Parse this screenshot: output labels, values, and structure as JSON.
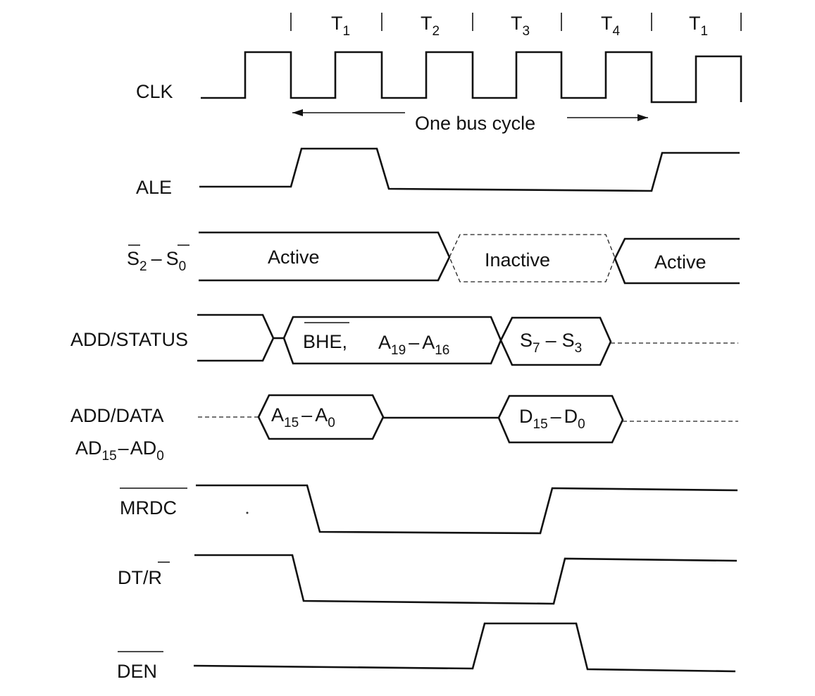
{
  "periods": [
    {
      "main": "T",
      "sub": "1"
    },
    {
      "main": "T",
      "sub": "2"
    },
    {
      "main": "T",
      "sub": "3"
    },
    {
      "main": "T",
      "sub": "4"
    },
    {
      "main": "T",
      "sub": "1"
    }
  ],
  "bus_cycle_label": "One bus cycle",
  "signals": {
    "clk": "CLK",
    "ale": "ALE",
    "status": {
      "s2": "S",
      "s2_sub": "2",
      "dash": "–",
      "s0": "S",
      "s0_sub": "0"
    },
    "add_status": "ADD/STATUS",
    "add_data": "ADD/DATA",
    "ad": {
      "a1": "AD",
      "a1_sub": "15",
      "dash": "–",
      "a2": "AD",
      "a2_sub": "0"
    },
    "mrdc": "MRDC",
    "dtr": {
      "prefix": "DT/",
      "bar": "R"
    },
    "den": "DEN"
  },
  "status_states": [
    "Active",
    "Inactive",
    "Active"
  ],
  "add_status_fields": {
    "bhe": "BHE",
    "comma": ",",
    "a19": "A",
    "a19_sub": "19",
    "dash1": "–",
    "a16": "A",
    "a16_sub": "16",
    "s7": "S",
    "s7_sub": "7",
    "dash2": "–",
    "s3": "S",
    "s3_sub": "3"
  },
  "add_data_fields": {
    "a15": "A",
    "a15_sub": "15",
    "dash1": "–",
    "a0": "A",
    "a0_sub": "0",
    "d15": "D",
    "d15_sub": "15",
    "dash2": "–",
    "d0": "D",
    "d0_sub": "0"
  }
}
